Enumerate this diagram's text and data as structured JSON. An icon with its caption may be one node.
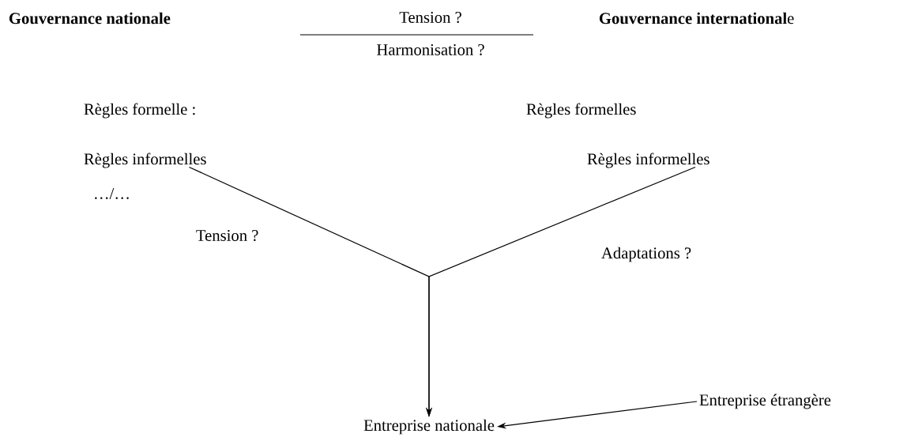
{
  "diagram": {
    "nodes": [
      {
        "text": [
          "Règles informelles"
        ]
      },
      {
        "text": [
          "Règles informelles"
        ]
      },
      {
        "text": [
          "Entreprise nationale"
        ]
      },
      {
        "text": [
          "Entreprise étrangère"
        ]
      }
    ],
    "edges": [
      {
        "from": 0,
        "to": 2,
        "arrow": "to"
      },
      {
        "from": 1,
        "to": 2,
        "arrow": "to"
      },
      {
        "from": 3,
        "to": 2,
        "arrow": "to"
      }
    ],
    "labels": [
      "Gouvernance nationale",
      "Tension ?",
      "Harmonisation ?",
      "**Gouvernance international**e",
      "Règles formelle :",
      "Règles formelles",
      "…/…",
      "Tension ?",
      "Adaptations ?"
    ]
  }
}
